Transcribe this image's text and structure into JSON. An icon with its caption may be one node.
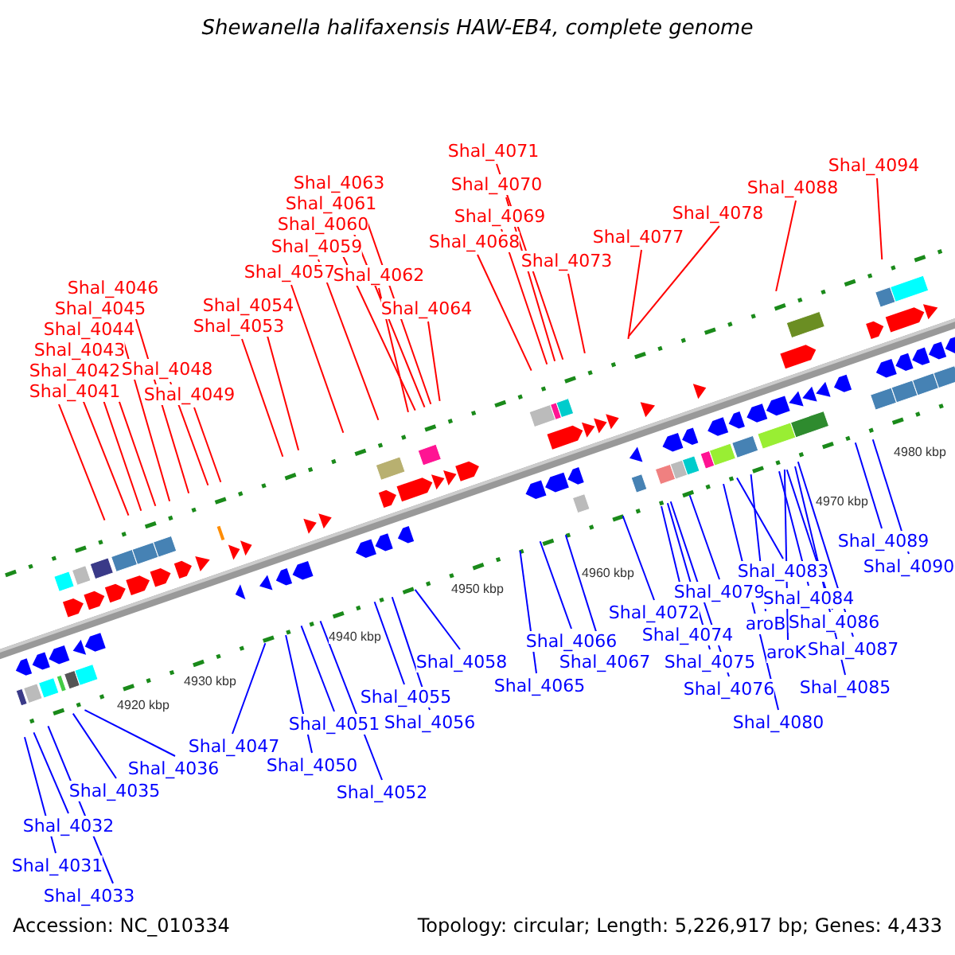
{
  "diagram": {
    "title": "Shewanella halifaxensis HAW-EB4, complete genome",
    "nodes": [
      {
        "text": [
          "Shal_4041"
        ]
      },
      {
        "text": [
          "Shal_4042"
        ]
      },
      {
        "text": [
          "Shal_4043"
        ]
      },
      {
        "text": [
          "Shal_4044"
        ]
      },
      {
        "text": [
          "Shal_4045"
        ]
      },
      {
        "text": [
          "Shal_4046"
        ]
      },
      {
        "text": [
          "Shal_4048"
        ]
      },
      {
        "text": [
          "Shal_4049"
        ]
      },
      {
        "text": [
          "Shal_4053"
        ]
      },
      {
        "text": [
          "Shal_4054"
        ]
      },
      {
        "text": [
          "Shal_4057"
        ]
      },
      {
        "text": [
          "Shal_4059"
        ]
      },
      {
        "text": [
          "Shal_4060"
        ]
      },
      {
        "text": [
          "Shal_4061"
        ]
      },
      {
        "text": [
          "Shal_4063"
        ]
      },
      {
        "text": [
          "Shal_4062"
        ]
      },
      {
        "text": [
          "Shal_4064"
        ]
      },
      {
        "text": [
          "Shal_4068"
        ]
      },
      {
        "text": [
          "Shal_4069"
        ]
      },
      {
        "text": [
          "Shal_4070"
        ]
      },
      {
        "text": [
          "Shal_4071"
        ]
      },
      {
        "text": [
          "Shal_4073"
        ]
      },
      {
        "text": [
          "Shal_4077"
        ]
      },
      {
        "text": [
          "Shal_4078"
        ]
      },
      {
        "text": [
          "Shal_4088"
        ]
      },
      {
        "text": [
          "Shal_4094"
        ]
      },
      {
        "text": [
          "Shal_4031"
        ]
      },
      {
        "text": [
          "Shal_4032"
        ]
      },
      {
        "text": [
          "Shal_4033"
        ]
      },
      {
        "text": [
          "Shal_4035"
        ]
      },
      {
        "text": [
          "Shal_4036"
        ]
      },
      {
        "text": [
          "Shal_4047"
        ]
      },
      {
        "text": [
          "Shal_4050"
        ]
      },
      {
        "text": [
          "Shal_4051"
        ]
      },
      {
        "text": [
          "Shal_4052"
        ]
      },
      {
        "text": [
          "Shal_4055"
        ]
      },
      {
        "text": [
          "Shal_4056"
        ]
      },
      {
        "text": [
          "Shal_4058"
        ]
      },
      {
        "text": [
          "Shal_4065"
        ]
      },
      {
        "text": [
          "Shal_4066"
        ]
      },
      {
        "text": [
          "Shal_4067"
        ]
      },
      {
        "text": [
          "Shal_4072"
        ]
      },
      {
        "text": [
          "Shal_4074"
        ]
      },
      {
        "text": [
          "Shal_4075"
        ]
      },
      {
        "text": [
          "Shal_4076"
        ]
      },
      {
        "text": [
          "Shal_4079"
        ]
      },
      {
        "text": [
          "Shal_4080"
        ]
      },
      {
        "text": [
          "Shal_4083"
        ]
      },
      {
        "text": [
          "aroB"
        ]
      },
      {
        "text": [
          "Shal_4084"
        ]
      },
      {
        "text": [
          "aroK"
        ]
      },
      {
        "text": [
          "Shal_4086"
        ]
      },
      {
        "text": [
          "Shal_4087"
        ]
      },
      {
        "text": [
          "Shal_4085"
        ]
      },
      {
        "text": [
          "Shal_4089"
        ]
      },
      {
        "text": [
          "Shal_4090"
        ]
      }
    ],
    "edges": [
      {
        "from": 0,
        "to": null,
        "arrow": "none",
        "color": "#ff0000"
      },
      {
        "from": 1,
        "to": null,
        "arrow": "none",
        "color": "#ff0000"
      },
      {
        "from": 2,
        "to": null,
        "arrow": "none",
        "color": "#ff0000"
      },
      {
        "from": 3,
        "to": null,
        "arrow": "none",
        "color": "#ff0000"
      },
      {
        "from": 4,
        "to": null,
        "arrow": "none",
        "color": "#ff0000"
      },
      {
        "from": 5,
        "to": null,
        "arrow": "none",
        "color": "#ff0000"
      },
      {
        "from": 6,
        "to": null,
        "arrow": "none",
        "color": "#ff0000"
      },
      {
        "from": 7,
        "to": null,
        "arrow": "none",
        "color": "#ff0000"
      },
      {
        "from": 8,
        "to": null,
        "arrow": "none",
        "color": "#ff0000"
      },
      {
        "from": 9,
        "to": null,
        "arrow": "none",
        "color": "#ff0000"
      },
      {
        "from": 10,
        "to": null,
        "arrow": "none",
        "color": "#ff0000"
      },
      {
        "from": 11,
        "to": null,
        "arrow": "none",
        "color": "#ff0000"
      },
      {
        "from": 12,
        "to": null,
        "arrow": "none",
        "color": "#ff0000"
      },
      {
        "from": 13,
        "to": null,
        "arrow": "none",
        "color": "#ff0000"
      },
      {
        "from": 14,
        "to": null,
        "arrow": "none",
        "color": "#ff0000"
      },
      {
        "from": 15,
        "to": null,
        "arrow": "none",
        "color": "#ff0000"
      },
      {
        "from": 16,
        "to": null,
        "arrow": "none",
        "color": "#ff0000"
      },
      {
        "from": 17,
        "to": null,
        "arrow": "none",
        "color": "#ff0000"
      },
      {
        "from": 18,
        "to": null,
        "arrow": "none",
        "color": "#ff0000"
      },
      {
        "from": 19,
        "to": null,
        "arrow": "none",
        "color": "#ff0000"
      },
      {
        "from": 20,
        "to": null,
        "arrow": "none",
        "color": "#ff0000"
      },
      {
        "from": 21,
        "to": null,
        "arrow": "none",
        "color": "#ff0000"
      },
      {
        "from": 22,
        "to": null,
        "arrow": "none",
        "color": "#ff0000"
      },
      {
        "from": 23,
        "to": null,
        "arrow": "none",
        "color": "#ff0000"
      },
      {
        "from": 24,
        "to": null,
        "arrow": "none",
        "color": "#ff0000"
      },
      {
        "from": 25,
        "to": null,
        "arrow": "none",
        "color": "#ff0000"
      },
      {
        "from": 26,
        "to": null,
        "arrow": "none",
        "color": "#0000ff"
      },
      {
        "from": 27,
        "to": null,
        "arrow": "none",
        "color": "#0000ff"
      },
      {
        "from": 28,
        "to": null,
        "arrow": "none",
        "color": "#0000ff"
      },
      {
        "from": 29,
        "to": null,
        "arrow": "none",
        "color": "#0000ff"
      },
      {
        "from": 30,
        "to": null,
        "arrow": "none",
        "color": "#0000ff"
      },
      {
        "from": 31,
        "to": null,
        "arrow": "none",
        "color": "#0000ff"
      },
      {
        "from": 32,
        "to": null,
        "arrow": "none",
        "color": "#0000ff"
      },
      {
        "from": 33,
        "to": null,
        "arrow": "none",
        "color": "#0000ff"
      },
      {
        "from": 34,
        "to": null,
        "arrow": "none",
        "color": "#0000ff"
      },
      {
        "from": 35,
        "to": null,
        "arrow": "none",
        "color": "#0000ff"
      },
      {
        "from": 36,
        "to": null,
        "arrow": "none",
        "color": "#0000ff"
      },
      {
        "from": 37,
        "to": null,
        "arrow": "none",
        "color": "#0000ff"
      },
      {
        "from": 38,
        "to": null,
        "arrow": "none",
        "color": "#0000ff"
      },
      {
        "from": 39,
        "to": null,
        "arrow": "none",
        "color": "#0000ff"
      },
      {
        "from": 40,
        "to": null,
        "arrow": "none",
        "color": "#0000ff"
      },
      {
        "from": 41,
        "to": null,
        "arrow": "none",
        "color": "#0000ff"
      },
      {
        "from": 42,
        "to": null,
        "arrow": "none",
        "color": "#0000ff"
      },
      {
        "from": 43,
        "to": null,
        "arrow": "none",
        "color": "#0000ff"
      },
      {
        "from": 44,
        "to": null,
        "arrow": "none",
        "color": "#0000ff"
      },
      {
        "from": 45,
        "to": null,
        "arrow": "none",
        "color": "#0000ff"
      },
      {
        "from": 46,
        "to": null,
        "arrow": "none",
        "color": "#0000ff"
      },
      {
        "from": 47,
        "to": null,
        "arrow": "none",
        "color": "#0000ff"
      },
      {
        "from": 48,
        "to": null,
        "arrow": "none",
        "color": "#0000ff"
      },
      {
        "from": 49,
        "to": null,
        "arrow": "none",
        "color": "#0000ff"
      },
      {
        "from": 50,
        "to": null,
        "arrow": "none",
        "color": "#0000ff"
      },
      {
        "from": 51,
        "to": null,
        "arrow": "none",
        "color": "#0000ff"
      },
      {
        "from": 52,
        "to": null,
        "arrow": "none",
        "color": "#0000ff"
      },
      {
        "from": 53,
        "to": null,
        "arrow": "none",
        "color": "#0000ff"
      },
      {
        "from": 54,
        "to": null,
        "arrow": "none",
        "color": "#0000ff"
      },
      {
        "from": 55,
        "to": null,
        "arrow": "none",
        "color": "#0000ff"
      }
    ],
    "labels": [
      "4920 kbp",
      "4930 kbp",
      "4940 kbp",
      "4950 kbp",
      "4960 kbp",
      "4970 kbp",
      "4980 kbp",
      "Accession: NC_010334",
      "Topology: circular; Length: 5,226,917 bp; Genes: 4,433"
    ]
  }
}
